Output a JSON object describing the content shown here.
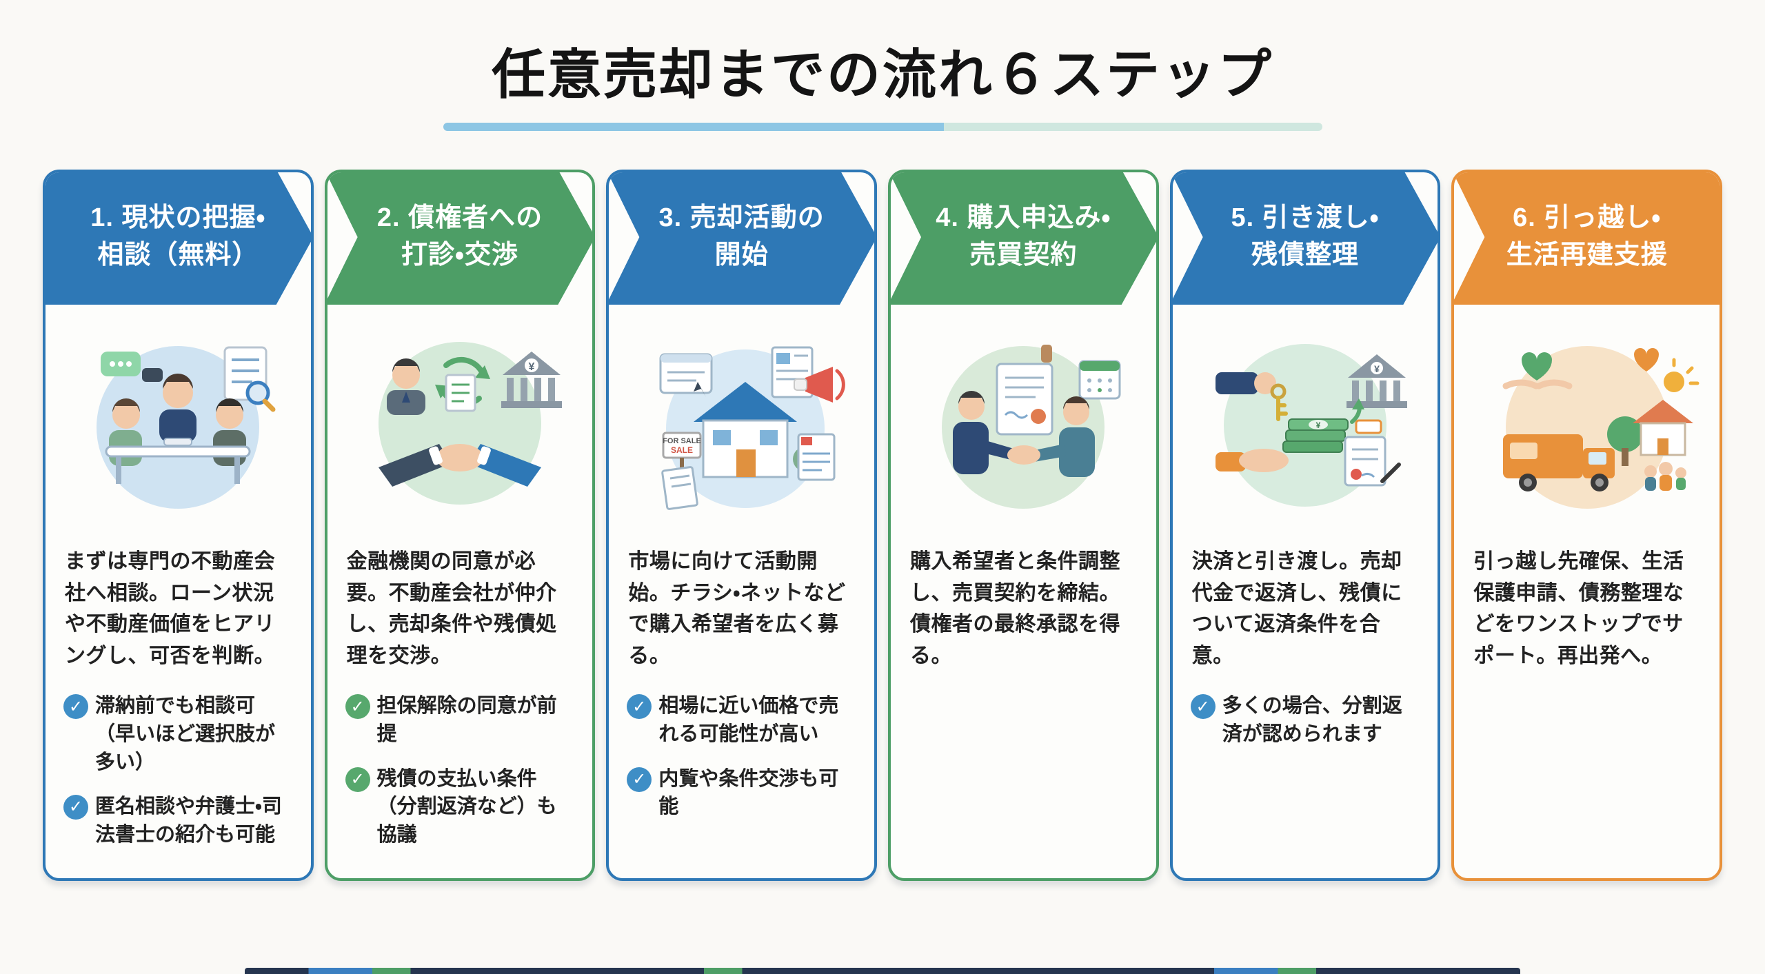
{
  "title": "任意売却までの流れ６ステップ",
  "palette": {
    "blue": "#2e78b6",
    "green": "#4d9e66",
    "orange": "#e8913a",
    "check_blue": "#3e8ec6",
    "check_green": "#57a86d",
    "underline_left": "#8dc6e4",
    "underline_right": "#cfe7df",
    "footer_navy": "#25354f",
    "page_background": "#faf9f6"
  },
  "steps": [
    {
      "header_lines": [
        "1. 現状の把握・",
        "相談（無料）"
      ],
      "accent_color": "#2e78b6",
      "check_color": "#3e8ec6",
      "illustration": "consultation-scene",
      "body": "まずは専門の不動産会社へ相談。ローン状況や不動産価値をヒアリングし、可否を判断。",
      "bullets": [
        "滞納前でも相談可（早いほど選択肢が多い）",
        "匿名相談や弁護士・司法書士の紹介も可能"
      ]
    },
    {
      "header_lines": [
        "2. 債権者への",
        "打診・交渉"
      ],
      "accent_color": "#4d9e66",
      "check_color": "#57a86d",
      "illustration": "bank-negotiation-handshake",
      "body": "金融機関の同意が必要。不動産会社が仲介し、売却条件や残債処理を交渉。",
      "bullets": [
        "担保解除の同意が前提",
        "残債の支払い条件（分割返済など）も協議"
      ]
    },
    {
      "header_lines": [
        "3. 売却活動の",
        "開始"
      ],
      "accent_color": "#2e78b6",
      "check_color": "#3e8ec6",
      "illustration": "house-for-sale-marketing",
      "sign_text": "FOR SALE",
      "body": "市場に向けて活動開始。チラシ・ネットなどで購入希望者を広く募る。",
      "bullets": [
        "相場に近い価格で売れる可能性が高い",
        "内覧や条件交渉も可能"
      ]
    },
    {
      "header_lines": [
        "4. 購入申込み・",
        "売買契約"
      ],
      "accent_color": "#4d9e66",
      "check_color": "#57a86d",
      "illustration": "contract-signing-handshake",
      "body": "購入希望者と条件調整し、売買契約を締結。債権者の最終承認を得る。",
      "bullets": []
    },
    {
      "header_lines": [
        "5. 引き渡し・",
        "残債整理"
      ],
      "accent_color": "#2e78b6",
      "check_color": "#3e8ec6",
      "illustration": "key-handover-repayment",
      "body": "決済と引き渡し。売却代金で返済し、残債について返済条件を合意。",
      "bullets": [
        "多くの場合、分割返済が認められます"
      ]
    },
    {
      "header_lines": [
        "6. 引っ越し・",
        "生活再建支援"
      ],
      "accent_color": "#e8913a",
      "check_color": "#e8913a",
      "illustration": "moving-truck-new-life",
      "body": "引っ越し先確保、生活保護申請、債務整理などをワンストップでサポート。再出発へ。",
      "bullets": []
    }
  ],
  "check_icon": "✓"
}
